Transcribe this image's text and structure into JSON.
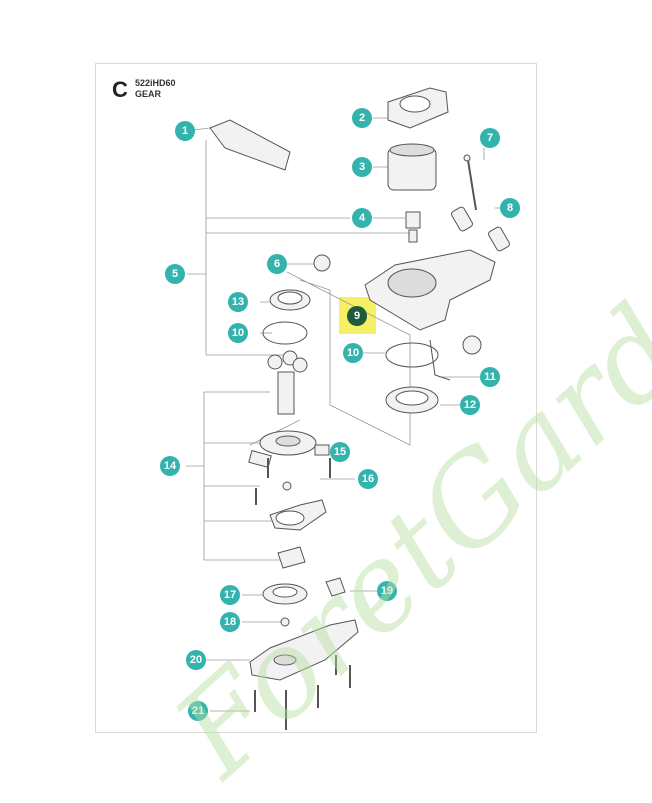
{
  "header": {
    "section_letter": "C",
    "model": "522iHD60",
    "section_name": "GEAR"
  },
  "watermark": "ForetGarden.com",
  "colors": {
    "callout": "#33b3ad",
    "callout_highlighted": "#1f5a3a",
    "highlight": "#f6f066"
  },
  "callouts": [
    "1",
    "2",
    "3",
    "4",
    "5",
    "6",
    "7",
    "8",
    "9",
    "10",
    "10",
    "11",
    "12",
    "13",
    "14",
    "15",
    "16",
    "17",
    "18",
    "19",
    "20",
    "21"
  ]
}
